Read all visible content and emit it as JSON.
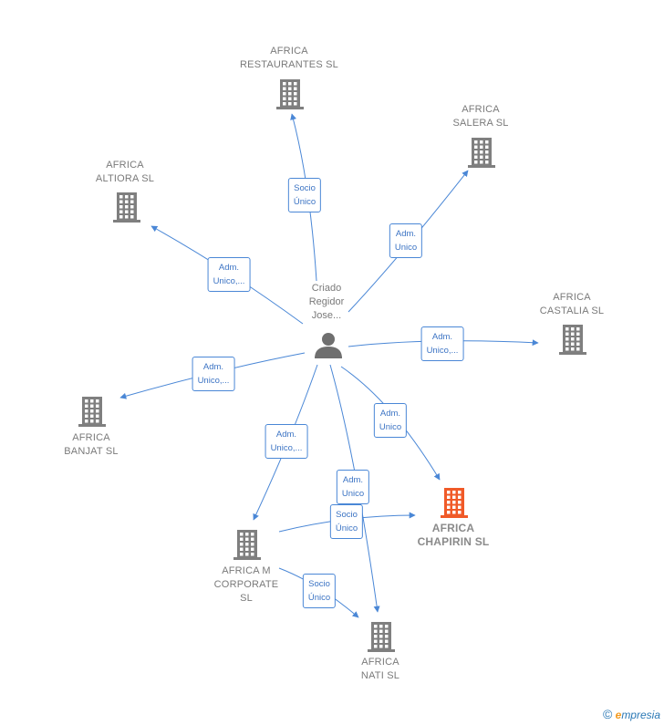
{
  "colors": {
    "edge": "#4a87d6",
    "node_icon": "#7f7f7f",
    "main_icon": "#f05a28"
  },
  "person": {
    "label": "Criado\nRegidor\nJose...",
    "icon": "person-icon"
  },
  "companies": [
    {
      "id": "restaurantes",
      "label": "AFRICA\nRESTAURANTES SL",
      "highlight": false
    },
    {
      "id": "salera",
      "label": "AFRICA\nSALERA SL",
      "highlight": false
    },
    {
      "id": "altiora",
      "label": "AFRICA\nALTIORA  SL",
      "highlight": false
    },
    {
      "id": "castalia",
      "label": "AFRICA\nCASTALIA  SL",
      "highlight": false
    },
    {
      "id": "banjat",
      "label": "AFRICA\nBANJAT  SL",
      "highlight": false
    },
    {
      "id": "chapirin",
      "label": "AFRICA\nCHAPIRIN  SL",
      "highlight": true
    },
    {
      "id": "corporate",
      "label": "AFRICA M\nCORPORATE\nSL",
      "highlight": false
    },
    {
      "id": "nati",
      "label": "AFRICA\nNATI  SL",
      "highlight": false
    }
  ],
  "edges": [
    {
      "id": "e-restaurantes",
      "label": "Socio\nÚnico"
    },
    {
      "id": "e-salera",
      "label": "Adm.\nUnico"
    },
    {
      "id": "e-altiora",
      "label": "Adm.\nUnico,..."
    },
    {
      "id": "e-castalia",
      "label": "Adm.\nUnico,..."
    },
    {
      "id": "e-banjat",
      "label": "Adm.\nUnico,..."
    },
    {
      "id": "e-chapirin",
      "label": "Adm.\nUnico"
    },
    {
      "id": "e-corporate",
      "label": "Adm.\nUnico,..."
    },
    {
      "id": "e-nati",
      "label": "Adm.\nUnico"
    },
    {
      "id": "e-corp-chapirin",
      "label": "Socio\nÚnico"
    },
    {
      "id": "e-corp-nati",
      "label": "Socio\nÚnico"
    }
  ],
  "footer": {
    "copyright": "©",
    "brand_e": "e",
    "brand_rest": "mpresia"
  }
}
